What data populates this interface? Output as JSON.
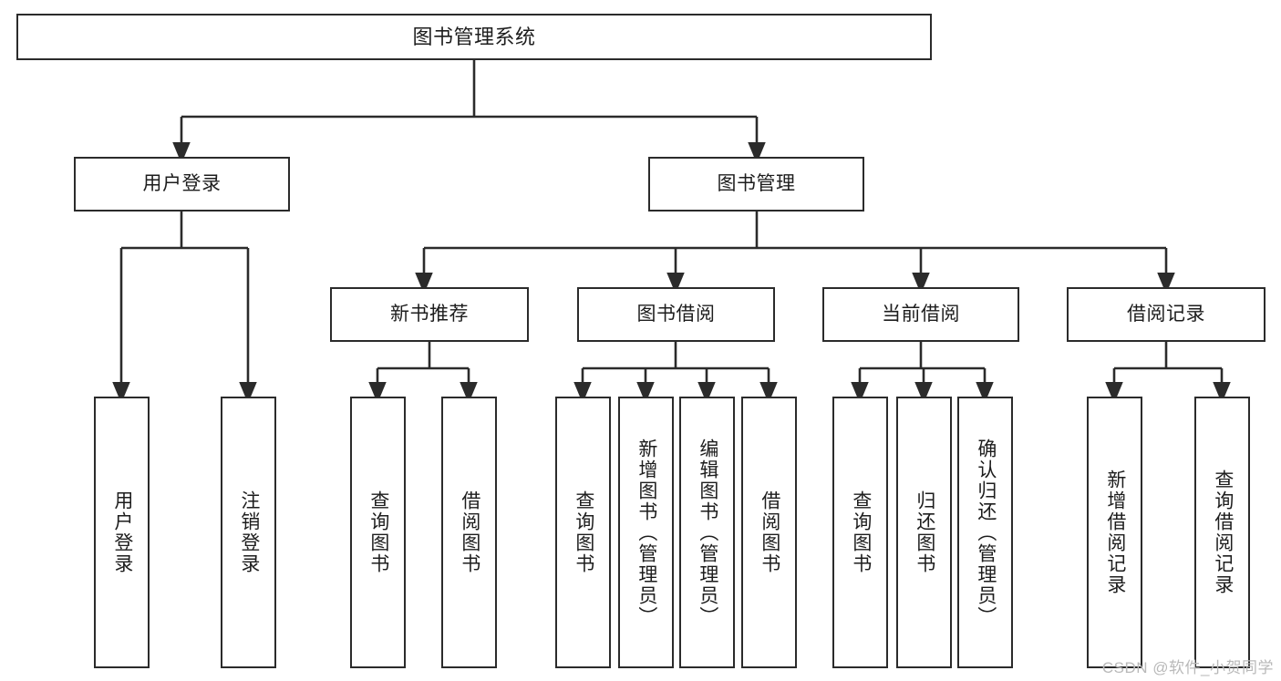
{
  "diagram": {
    "type": "tree-hierarchy",
    "title": "图书管理系统",
    "root": {
      "label": "图书管理系统"
    },
    "level2": [
      {
        "label": "用户登录"
      },
      {
        "label": "图书管理"
      }
    ],
    "level3": [
      {
        "label": "新书推荐"
      },
      {
        "label": "图书借阅"
      },
      {
        "label": "当前借阅"
      },
      {
        "label": "借阅记录"
      }
    ],
    "leaves": {
      "user_login": [
        {
          "label": "用户登录"
        },
        {
          "label": "注销登录"
        }
      ],
      "new_book_recommend": [
        {
          "label": "查询图书"
        },
        {
          "label": "借阅图书"
        }
      ],
      "book_borrow": [
        {
          "label": "查询图书"
        },
        {
          "label": "新增图书（管理员）"
        },
        {
          "label": "编辑图书（管理员）"
        },
        {
          "label": "借阅图书"
        }
      ],
      "current_borrow": [
        {
          "label": "查询图书"
        },
        {
          "label": "归还图书"
        },
        {
          "label": "确认归还（管理员）"
        }
      ],
      "borrow_records": [
        {
          "label": "新增借阅记录"
        },
        {
          "label": "查询借阅记录"
        }
      ]
    }
  },
  "watermark": {
    "text": "CSDN @软件_小贺同学"
  },
  "colors": {
    "stroke": "#2b2b2b",
    "fill": "#ffffff",
    "text": "#1d1d1d",
    "watermark": "#b9b9b9"
  }
}
